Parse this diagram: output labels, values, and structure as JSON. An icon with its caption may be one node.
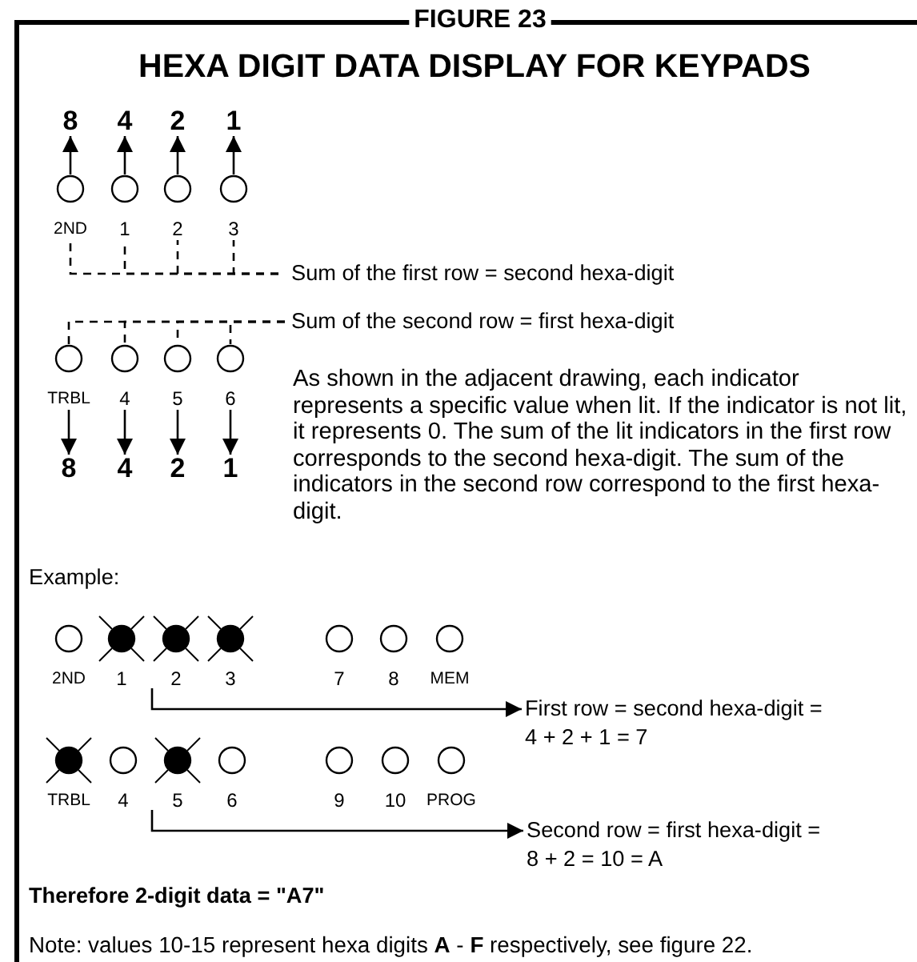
{
  "diagram": {
    "title": "HEXA DIGIT DATA DISPLAY FOR KEYPADS",
    "caption": "FIGURE 23",
    "nodes": [
      {
        "text": [
          "8"
        ]
      },
      {
        "text": [
          "4"
        ]
      },
      {
        "text": [
          "2"
        ]
      },
      {
        "text": [
          "1"
        ]
      },
      {
        "text": [],
        "shape": "circle",
        "beside": [
          "2ND"
        ]
      },
      {
        "text": [],
        "shape": "circle",
        "beside": [
          "1"
        ]
      },
      {
        "text": [],
        "shape": "circle",
        "beside": [
          "2"
        ]
      },
      {
        "text": [],
        "shape": "circle",
        "beside": [
          "3"
        ]
      },
      {
        "text": [
          "Sum of the first row = second hexa-digit"
        ]
      },
      {
        "text": [
          "Sum of the second row = first hexa-digit"
        ]
      },
      {
        "text": [],
        "shape": "circle",
        "beside": [
          "TRBL"
        ]
      },
      {
        "text": [],
        "shape": "circle",
        "beside": [
          "4"
        ]
      },
      {
        "text": [],
        "shape": "circle",
        "beside": [
          "5"
        ]
      },
      {
        "text": [],
        "shape": "circle",
        "beside": [
          "6"
        ]
      },
      {
        "text": [
          "8"
        ]
      },
      {
        "text": [
          "4"
        ]
      },
      {
        "text": [
          "2"
        ]
      },
      {
        "text": [
          "1"
        ]
      },
      {
        "text": [],
        "shape": "circle",
        "beside": [
          "2ND"
        ]
      },
      {
        "text": [],
        "shape": "dot",
        "beside": [
          "1"
        ]
      },
      {
        "text": [],
        "shape": "dot",
        "beside": [
          "2"
        ]
      },
      {
        "text": [],
        "shape": "dot",
        "beside": [
          "3"
        ]
      },
      {
        "text": [],
        "shape": "circle",
        "beside": [
          "7"
        ]
      },
      {
        "text": [],
        "shape": "circle",
        "beside": [
          "8"
        ]
      },
      {
        "text": [],
        "shape": "circle",
        "beside": [
          "MEM"
        ]
      },
      {
        "text": [
          "First row = second hexa-digit = 4 + 2 + 1 = 7"
        ]
      },
      {
        "text": [],
        "shape": "dot",
        "beside": [
          "TRBL"
        ]
      },
      {
        "text": [],
        "shape": "circle",
        "beside": [
          "4"
        ]
      },
      {
        "text": [],
        "shape": "dot",
        "beside": [
          "5"
        ]
      },
      {
        "text": [],
        "shape": "circle",
        "beside": [
          "6"
        ]
      },
      {
        "text": [],
        "shape": "circle",
        "beside": [
          "9"
        ]
      },
      {
        "text": [],
        "shape": "circle",
        "beside": [
          "10"
        ]
      },
      {
        "text": [],
        "shape": "circle",
        "beside": [
          "PROG"
        ]
      },
      {
        "text": [
          "Second row = first hexa-digit = 8 + 2 = 10 = A"
        ]
      }
    ],
    "edges": [
      {
        "from": 4,
        "to": 0,
        "arrow": "to"
      },
      {
        "from": 5,
        "to": 1,
        "arrow": "to"
      },
      {
        "from": 6,
        "to": 2,
        "arrow": "to"
      },
      {
        "from": 7,
        "to": 3,
        "arrow": "to"
      },
      {
        "from": 4,
        "to": 8,
        "arrow": "none",
        "style": "dashed"
      },
      {
        "from": 5,
        "to": 8,
        "arrow": "none",
        "style": "dashed"
      },
      {
        "from": 6,
        "to": 8,
        "arrow": "none",
        "style": "dashed"
      },
      {
        "from": 7,
        "to": 8,
        "arrow": "none",
        "style": "dashed"
      },
      {
        "from": 9,
        "to": 10,
        "arrow": "none",
        "style": "dashed"
      },
      {
        "from": 9,
        "to": 11,
        "arrow": "none",
        "style": "dashed"
      },
      {
        "from": 9,
        "to": 12,
        "arrow": "none",
        "style": "dashed"
      },
      {
        "from": 9,
        "to": 13,
        "arrow": "none",
        "style": "dashed"
      },
      {
        "from": 10,
        "to": 14,
        "arrow": "to"
      },
      {
        "from": 11,
        "to": 15,
        "arrow": "to"
      },
      {
        "from": 12,
        "to": 16,
        "arrow": "to"
      },
      {
        "from": 13,
        "to": 17,
        "arrow": "to"
      },
      {
        "from": null,
        "to": 25,
        "arrow": "to"
      },
      {
        "from": null,
        "to": 33,
        "arrow": "to"
      }
    ],
    "labels": [
      "As shown in the adjacent drawing, each indicator represents a specific value when lit. If the indicator is not lit, it represents 0. The sum of the lit indicators in the first row corresponds to the second hexa-digit. The sum of the indicators in the second row correspond to the first hexa-digit.",
      "Example:",
      "Therefore 2-digit data = \"A7\"",
      "Note: values 10-15 represent hexa digits **A** - **F** respectively, see figure 22."
    ]
  }
}
